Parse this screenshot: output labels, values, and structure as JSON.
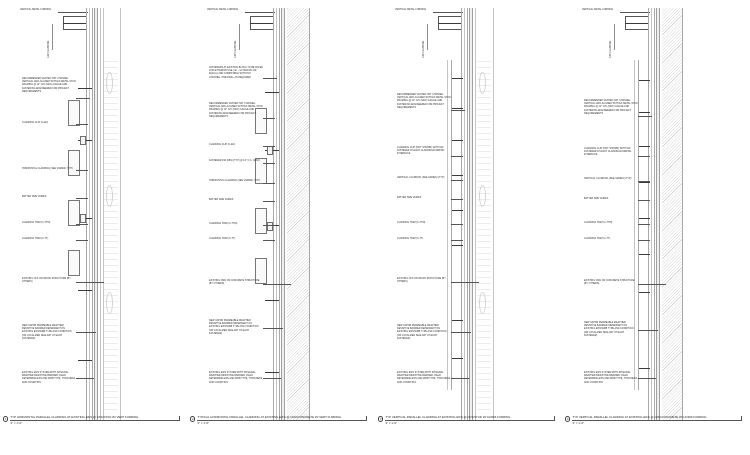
{
  "sheet": {
    "kind": "architectural-detail-sheet",
    "background_color": "#ffffff",
    "line_color": "#8d8d8d",
    "text_color": "#2b2b2b",
    "panel_count": 4
  },
  "details": [
    {
      "number": "1",
      "title": "TYP HORIZONTAL PARALLEL CLADDING AT EXISTING EIFS @ CFS/STUD W/ VERT FURRING",
      "scale": "3\" = 1'-0\"",
      "top_label": "VERTICAL METAL FURRING",
      "vertical_label": "CAP FLASHING",
      "notes": [
        "RECOMMENDED VENTED HAT CHANNEL VERTICAL AND ALIGNED WITH EX METAL STUD FRAMING @ 12\" O/C (MAX) GAUGE AND FASTENING ENGINEERED FOR PROJECT REQUIREMENTS",
        "CLADDING CLIP (C-EC)",
        "HORIZONTAL CLADDING (SEE VARIES) (TYP)",
        "BATTEN SIZE VARIES",
        "CLADDING TRIM (C-TTM)",
        "CLADDING TRIM (C-TT)",
        "EXISTING CFS OR WOOD STRUCTURE (BY OTHERS)",
        "NEW VAPOR PERMEABLE WEATHER RESISTIVE BARRIER DEPENDENT ON EXISTING EIFS/WRB TYPE AND CONDITION (OR LOCALIZED SEALANT AT EACH FASTENER)",
        "EXISTING EIFS SYSTEM WITH INTEGRAL WEATHER RESISTIVE BARRIER; FIELD DETERMINE EIFS AND WRB TYPE, THICKNESS, AND CONDITION"
      ]
    },
    {
      "number": "2",
      "title": "TYPICAL HORIZONTAL PARALLEL CLADDING AT EXISTING EIFS @ CMU/CONCRETE W/ VERT FURRING",
      "scale": "3\" = 1'-0\"",
      "top_label": "VERTICAL METAL FURRING",
      "vertical_label": "CAP FLASHING",
      "notes": [
        "FASTENERS AT EXISTING BLOCK TO BE RATED FOR EXTERIOR USE (I.E. - ULTRACON OR EQUAL) AND COMPATIBLE WITH HAT CHANNEL. PRE-DRILL AS REQUIRED",
        "RECOMMENDED VENTED HAT CHANNEL VERTICAL AND ALIGNED WITH EX METAL STUD FRAMING @ 12\" O/C (MAX) GAUGE AND FASTENING ENGINEERED FOR PROJECT REQUIREMENTS",
        "CLADDING CLIP (C-EC)",
        "FASTENER #10 (MIN) (TYP) @ 12\" O.C. (MAX)",
        "HORIZONTAL CLADDING (SEE VARIES) (TYP)",
        "BATTEN SIZE VARIES",
        "CLADDING TRIM (C-TTM)",
        "CLADDING TRIM (C-TT)",
        "EXISTING CMU OR CONCRETE STRUCTURE (BY OTHERS)",
        "NEW VAPOR PERMEABLE WEATHER RESISTIVE BARRIER DEPENDENT ON EXISTING EIFS/WRB TYPE AND CONDITION (OR LOCALIZED SEALANT AT EACH FASTENER)",
        "EXISTING EIFS SYSTEM WITH INTEGRAL WEATHER RESISTIVE BARRIER; FIELD DETERMINE EIFS AND WRB TYPE, THICKNESS, AND CONDITION"
      ]
    },
    {
      "number": "3",
      "title": "TYP VERTICAL PARALLEL CLADDING AT EXISTING EIFS @ CFS/STUD W/ HORIZ FURRING",
      "scale": "3\" = 1'-0\"",
      "top_label": "VERTICAL METAL FURRING",
      "vertical_label": "CAP FLASHING",
      "notes": [
        "RECOMMENDED VENTED HAT CHANNEL VERTICAL AND ALIGNED WITH EX METAL STUD FRAMING @ 12\" O/C (MAX) GAUGE AND FASTENING ENGINEERED FOR PROJECT REQUIREMENTS",
        "CLADDING CLIP (NOT SHOWN) WITH #10 FASTENER AT EACH CLADDING/FURRING INTERFACE",
        "VERTICAL CLADDING (SEE VARIES) (TYP)",
        "BATTEN SIZE VARIES",
        "CLADDING TRIM (C-TTM)",
        "CLADDING TRIM (C-TT)",
        "EXISTING CFS OR WOOD STRUCTURE (BY OTHERS)",
        "NEW VAPOR PERMEABLE WEATHER RESISTIVE BARRIER DEPENDENT ON EXISTING EIFS/WRB TYPE AND CONDITION (OR LOCALIZED SEALANT AT EACH FASTENER)",
        "EXISTING EIFS SYSTEM WITH INTEGRAL WEATHER RESISTIVE BARRIER; FIELD DETERMINE EIFS AND WRB TYPE, THICKNESS, AND CONDITION"
      ]
    },
    {
      "number": "4",
      "title": "TYP VERTICAL PARALLEL CLADDING AT EXISTING EIFS @ CMU/CONCRETE W/ HORIZ FURRING",
      "scale": "3\" = 1'-0\"",
      "top_label": "VERTICAL METAL FURRING",
      "vertical_label": "CAP FLASHING",
      "notes": [
        "RECOMMENDED VENTED HAT CHANNEL VERTICAL AND ALIGNED WITH EX METAL STUD FRAMING @ 12\" O/C (MAX) GAUGE AND FASTENING ENGINEERED FOR PROJECT REQUIREMENTS",
        "CLADDING CLIP (NOT SHOWN) WITH #10 FASTENER AT EACH CLADDING/FURRING INTERFACE",
        "VERTICAL CLADDING (SEE VARIES) (TYP)",
        "BATTEN SIZE VARIES",
        "CLADDING TRIM (C-TTM)",
        "CLADDING TRIM (C-TT)",
        "EXISTING CMU OR CONCRETE STRUCTURE (BY OTHERS)",
        "NEW VAPOR PERMEABLE WEATHER RESISTIVE BARRIER DEPENDENT ON EXISTING EIFS/WRB TYPE AND CONDITION (OR LOCALIZED SEALANT AT EACH FASTENER)",
        "EXISTING EIFS SYSTEM WITH INTEGRAL WEATHER RESISTIVE BARRIER; FIELD DETERMINE EIFS AND WRB TYPE, THICKNESS, AND CONDITION"
      ]
    }
  ]
}
